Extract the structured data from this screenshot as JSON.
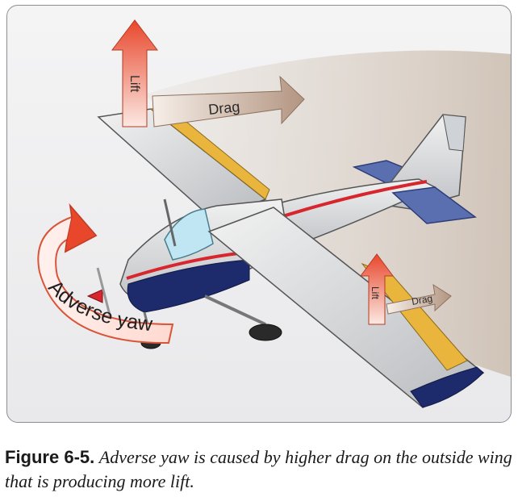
{
  "diagram": {
    "labels": {
      "lift_left": "Lift",
      "drag_left": "Drag",
      "lift_right": "Lift",
      "drag_right": "Drag",
      "adverse_yaw": "Adverse yaw"
    },
    "colors": {
      "lift_arrow": "#e8472c",
      "drag_arrow": "#b89a86",
      "yaw_arrow": "#e8472c",
      "fuselage_stripe": "#d7262d",
      "fuselage_belly": "#1d2a6b",
      "stabilizer": "#5a6fb0",
      "aileron": "#e9b53c"
    }
  },
  "caption": {
    "figure_number": "Figure 6-5.",
    "text": "Adverse yaw is caused by higher drag on the outside wing that is producing more lift."
  }
}
